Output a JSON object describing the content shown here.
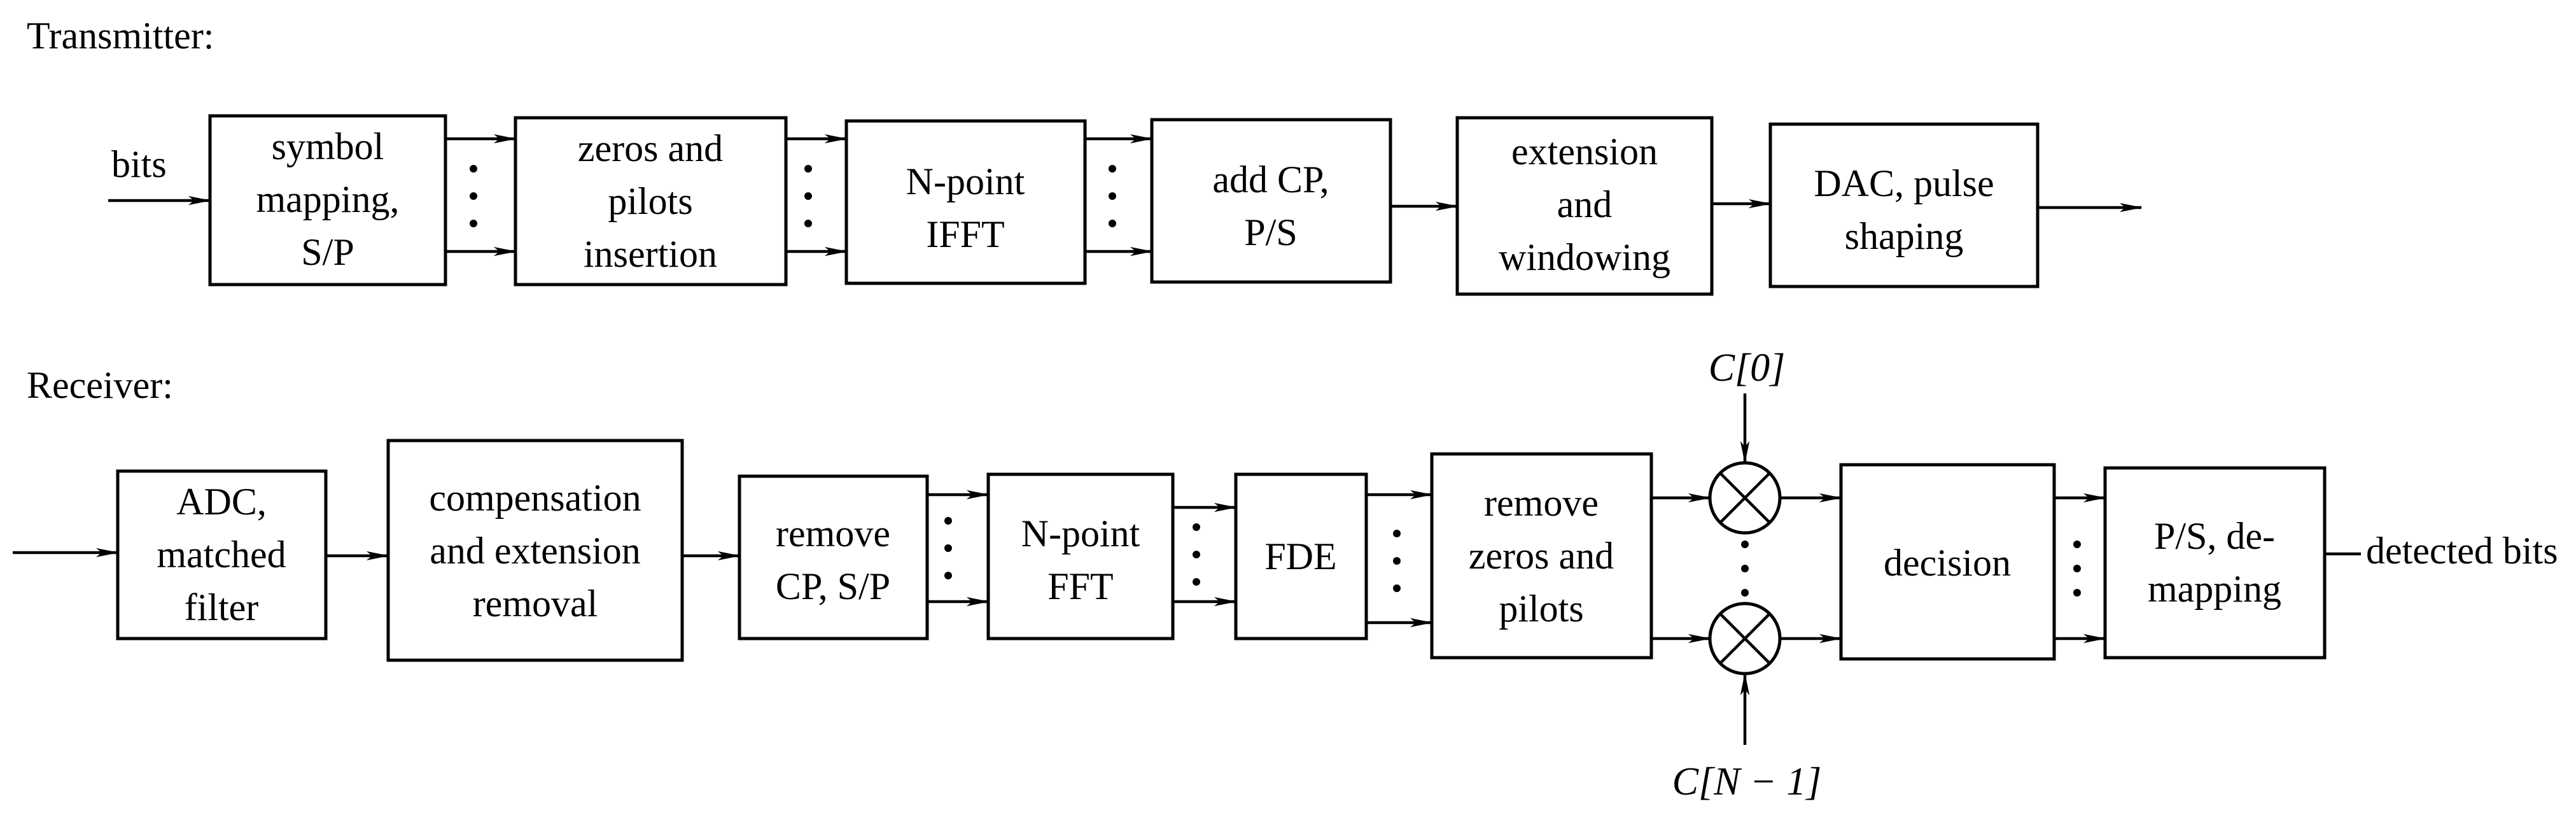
{
  "transmitter": {
    "title": "Transmitter:",
    "input_label": "bits",
    "blocks": [
      {
        "lines": [
          "symbol",
          "mapping,",
          "S/P"
        ]
      },
      {
        "lines": [
          "zeros and",
          "pilots",
          "insertion"
        ]
      },
      {
        "lines": [
          "N-point",
          "IFFT"
        ]
      },
      {
        "lines": [
          "add CP,",
          "P/S"
        ]
      },
      {
        "lines": [
          "extension",
          "and",
          "windowing"
        ]
      },
      {
        "lines": [
          "DAC, pulse",
          "shaping"
        ]
      }
    ]
  },
  "receiver": {
    "title": "Receiver:",
    "output_label": "detected bits",
    "blocks": [
      {
        "lines": [
          "ADC,",
          "matched",
          "filter"
        ]
      },
      {
        "lines": [
          "compensation",
          "and extension",
          "removal"
        ]
      },
      {
        "lines": [
          "remove",
          "CP, S/P"
        ]
      },
      {
        "lines": [
          "N-point",
          "FFT"
        ]
      },
      {
        "lines": [
          "FDE"
        ]
      },
      {
        "lines": [
          "remove",
          "zeros and",
          "pilots"
        ]
      },
      {
        "lines": [
          "decision"
        ]
      },
      {
        "lines": [
          "P/S, de-",
          "mapping"
        ]
      }
    ],
    "coef_top": "C[0]",
    "coef_bottom": "C[N − 1]",
    "mult_symbol": "×"
  }
}
